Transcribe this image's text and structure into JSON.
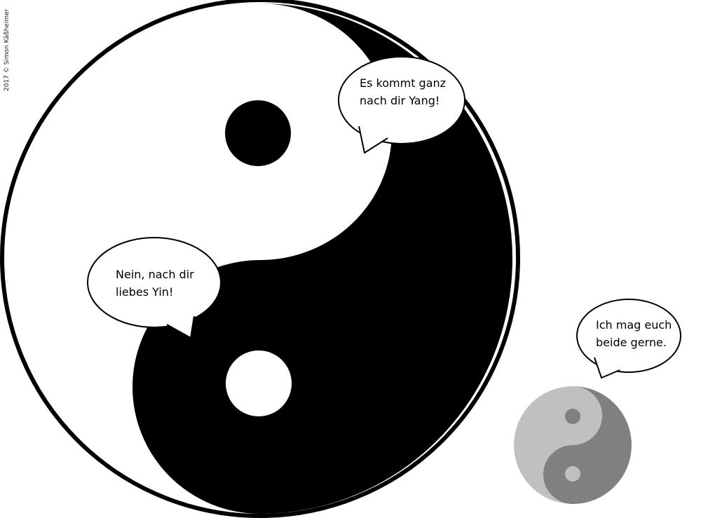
{
  "copyright": "2017 © Simon Käßheimer",
  "colors": {
    "yin_dark": "#000000",
    "yang_light": "#ffffff",
    "small_dark": "#808080",
    "small_light": "#c0c0c0"
  },
  "bubbles": {
    "yin": {
      "line1": "Es kommt ganz",
      "line2": "nach dir Yang!"
    },
    "yang": {
      "line1": "Nein, nach dir",
      "line2": "liebes Yin!"
    },
    "observer": {
      "line1": "Ich mag euch",
      "line2": "beide gerne."
    }
  }
}
